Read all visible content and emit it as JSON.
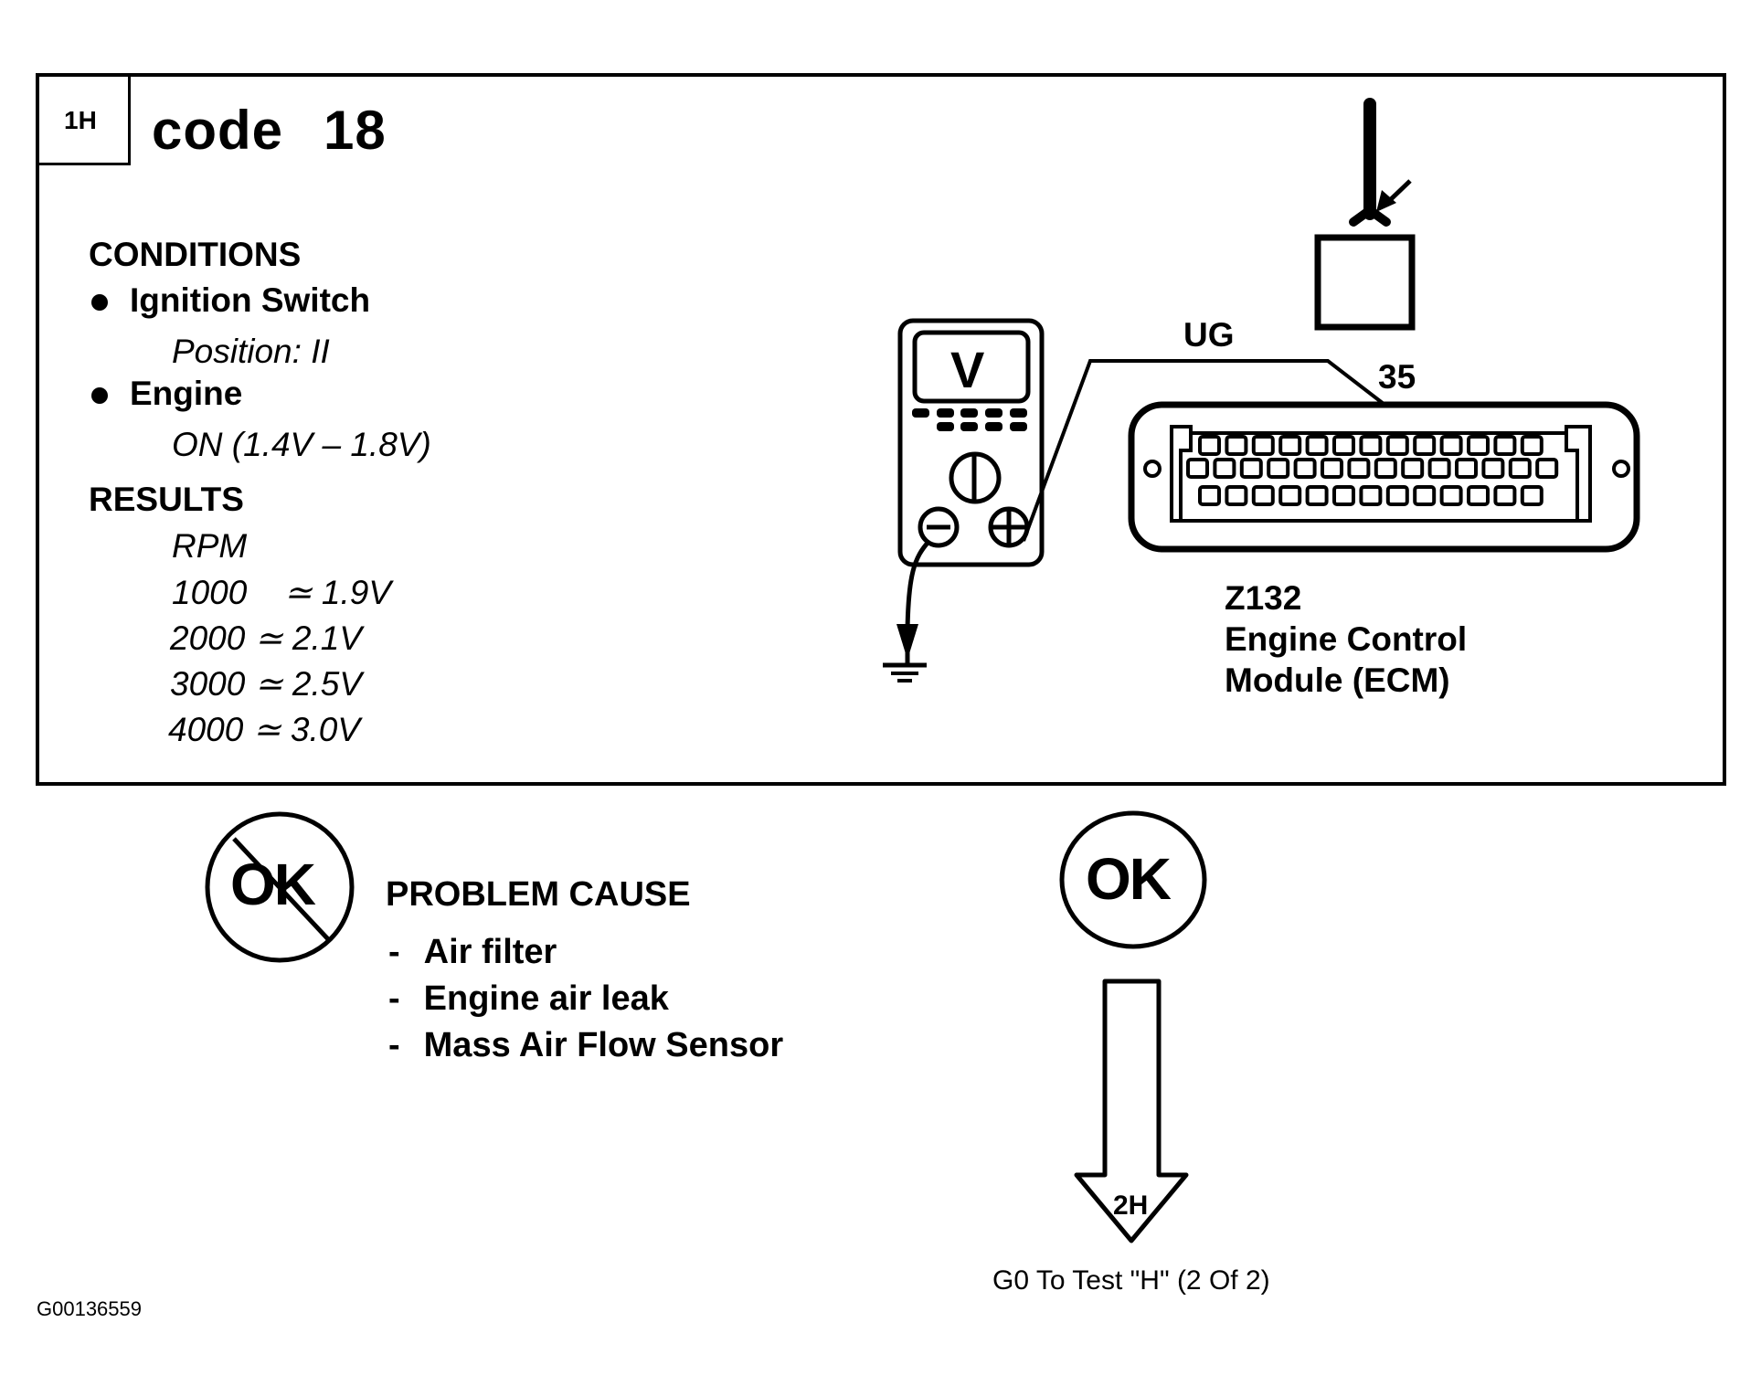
{
  "header": {
    "step_id": "1H",
    "title_word": "code",
    "code_number": "18"
  },
  "conditions": {
    "heading": "CONDITIONS",
    "items": [
      {
        "label": "Ignition Switch",
        "detail": "Position: II"
      },
      {
        "label": "Engine",
        "detail": "ON (1.4V – 1.8V)"
      }
    ]
  },
  "results": {
    "heading": "RESULTS",
    "column_label": "RPM",
    "rows": [
      {
        "rpm": "1000",
        "approx": "≃",
        "voltage": "1.9V"
      },
      {
        "rpm": "2000",
        "approx": "≃",
        "voltage": "2.1V"
      },
      {
        "rpm": "3000",
        "approx": "≃",
        "voltage": "2.5V"
      },
      {
        "rpm": "4000",
        "approx": "≃",
        "voltage": "3.0V"
      }
    ]
  },
  "diagram": {
    "meter_display": "V",
    "wire_label": "UG",
    "pin_label": "35",
    "connector_pin_rows": [
      13,
      14,
      13
    ],
    "component_id": "Z132",
    "component_name_line1": "Engine Control",
    "component_name_line2": "Module (ECM)",
    "icons": {
      "multimeter": "voltmeter-icon",
      "ground": "ground-symbol-icon",
      "sensor": "sensor-icon",
      "connector": "ecm-connector-icon"
    }
  },
  "outcomes": {
    "not_ok": {
      "badge": "OK",
      "heading": "PROBLEM CAUSE",
      "causes": [
        "Air filter",
        "Engine air leak",
        "Mass Air Flow Sensor"
      ]
    },
    "ok": {
      "badge": "OK",
      "next_step": "2H",
      "caption": "G0 To Test \"H\" (2 Of 2)"
    }
  },
  "figure_id": "G00136559"
}
